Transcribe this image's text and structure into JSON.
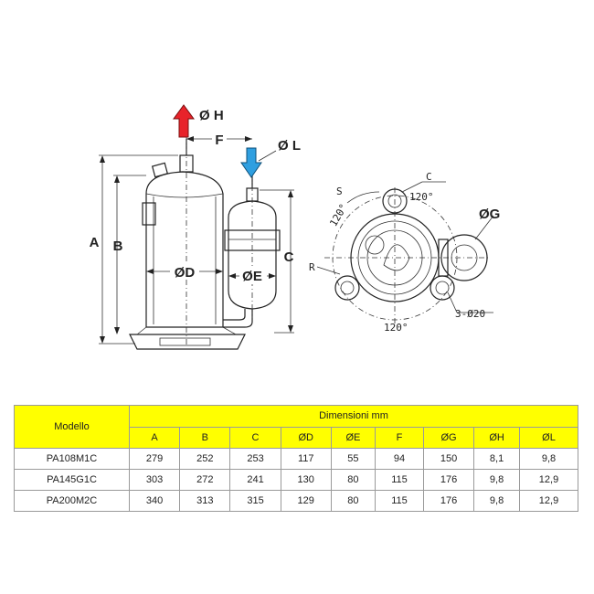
{
  "diagram": {
    "side_labels": {
      "H": "Ø H",
      "F": "F",
      "L": "Ø L",
      "A": "A",
      "B": "B",
      "C": "C",
      "D": "ØD",
      "E": "ØE"
    },
    "top_labels": {
      "S": "S",
      "C": "C",
      "G": "ØG",
      "R": "R",
      "angle_top": "120°",
      "angle_left": "120°",
      "angle_bottom": "120°",
      "holes": "3-Ø20"
    },
    "colors": {
      "discharge_arrow": "#e8232a",
      "suction_arrow": "#2f9fe0",
      "header_fill": "#ffff00"
    }
  },
  "table": {
    "model_header": "Modello",
    "group_header": "Dimensioni mm",
    "columns": [
      "A",
      "B",
      "C",
      "ØD",
      "ØE",
      "F",
      "ØG",
      "ØH",
      "ØL"
    ],
    "rows": [
      {
        "model": "PA108M1C",
        "values": [
          "279",
          "252",
          "253",
          "117",
          "55",
          "94",
          "150",
          "8,1",
          "9,8"
        ]
      },
      {
        "model": "PA145G1C",
        "values": [
          "303",
          "272",
          "241",
          "130",
          "80",
          "115",
          "176",
          "9,8",
          "12,9"
        ]
      },
      {
        "model": "PA200M2C",
        "values": [
          "340",
          "313",
          "315",
          "129",
          "80",
          "115",
          "176",
          "9,8",
          "12,9"
        ]
      }
    ]
  }
}
